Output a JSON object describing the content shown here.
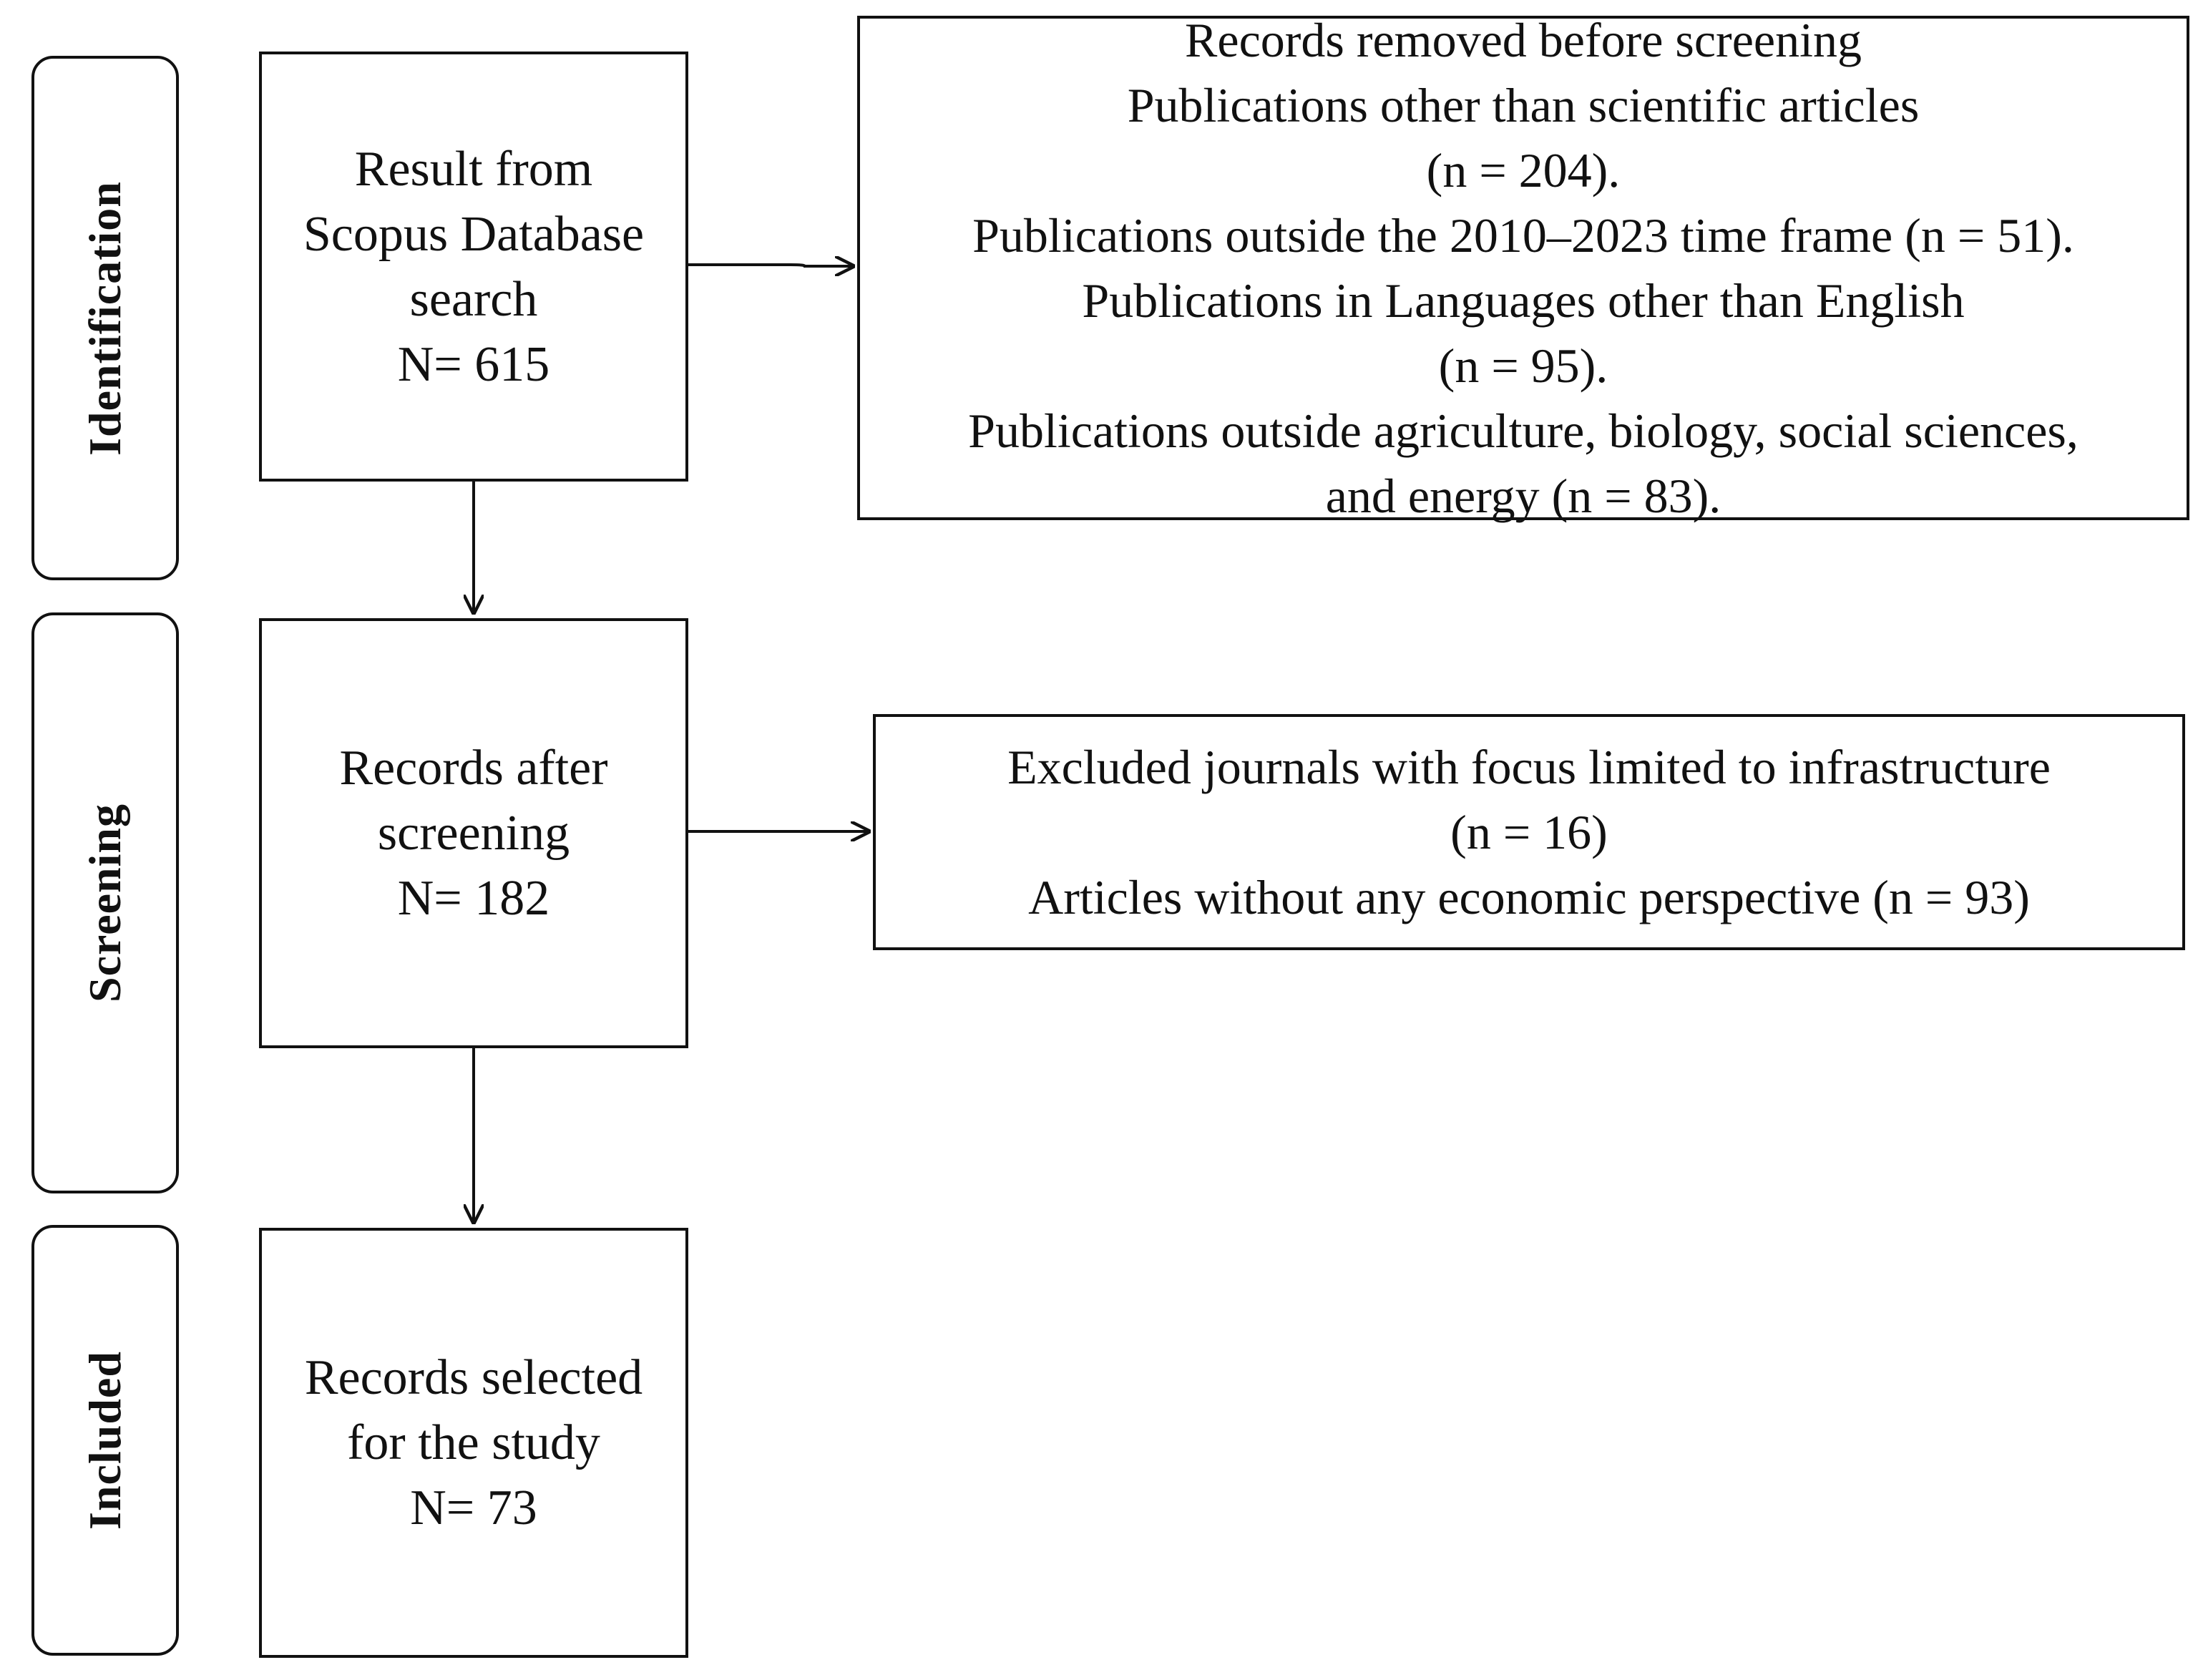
{
  "phases": {
    "identification": "Identification",
    "screening": "Screening",
    "included": "Included"
  },
  "boxes": {
    "identification_result": {
      "lines": [
        "Result from",
        "Scopus Database",
        "search",
        "N= 615"
      ]
    },
    "removed_before_screening": {
      "lines": [
        "Records removed before screening",
        "Publications other than scientific articles",
        "(n = 204).",
        "Publications outside the 2010–2023 time frame (n = 51).",
        "Publications in Languages other than English",
        "(n = 95).",
        "Publications outside agriculture, biology, social sciences,",
        "and energy (n = 83)."
      ]
    },
    "records_after_screening": {
      "lines": [
        "Records after",
        "screening",
        "N= 182"
      ]
    },
    "excluded_after_screening": {
      "lines": [
        "Excluded journals with focus limited to infrastructure",
        "(n = 16)",
        "Articles without any economic perspective (n = 93)"
      ]
    },
    "records_selected": {
      "lines": [
        "Records selected",
        "for the study",
        "N= 73"
      ]
    }
  },
  "colors": {
    "stroke": "#111111",
    "background": "#ffffff"
  }
}
